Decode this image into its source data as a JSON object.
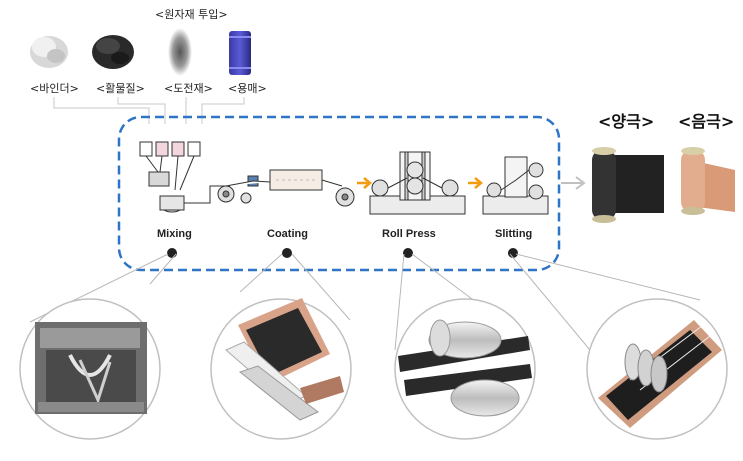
{
  "header": {
    "title": "<원자재 투입>"
  },
  "raw_materials": [
    {
      "label": "<바인더>",
      "icon": "white-powder-icon"
    },
    {
      "label": "<활물질>",
      "icon": "black-powder-icon"
    },
    {
      "label": "<도전재>",
      "icon": "gray-powder-icon"
    },
    {
      "label": "<용매>",
      "icon": "blue-drum-icon"
    }
  ],
  "steps": [
    {
      "label": "Mixing"
    },
    {
      "label": "Coating"
    },
    {
      "label": "Roll Press"
    },
    {
      "label": "Slitting"
    }
  ],
  "products": [
    {
      "label": "<양극>",
      "icon": "cathode-roll-icon"
    },
    {
      "label": "<음극>",
      "icon": "anode-roll-icon"
    }
  ],
  "colors": {
    "frame": "#2f74c6",
    "arrow": "#f39c12",
    "cathode": "#1e1e1e",
    "copper": "#d9a07f"
  }
}
